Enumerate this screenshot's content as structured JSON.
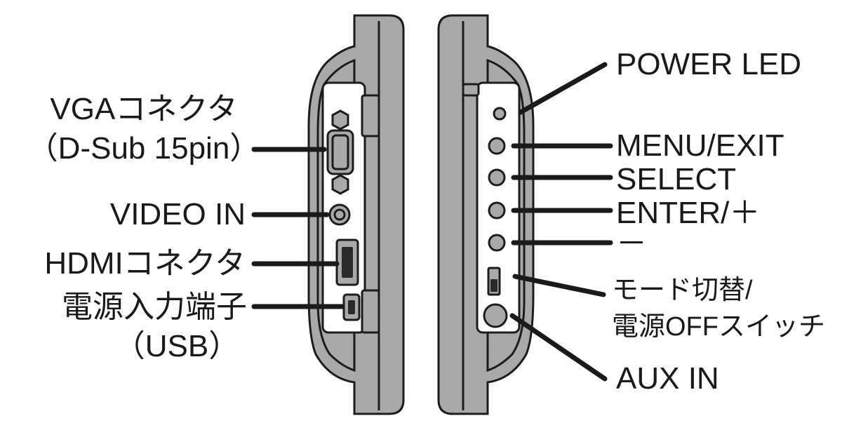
{
  "labels": {
    "vga_line1": "VGAコネクタ",
    "vga_line2": "（D-Sub 15pin）",
    "video_in": "VIDEO IN",
    "hdmi": "HDMIコネクタ",
    "power_in_line1": "電源入力端子",
    "power_in_line2": "（USB）",
    "power_led": "POWER LED",
    "menu_exit": "MENU/EXIT",
    "select": "SELECT",
    "enter_plus": "ENTER/＋",
    "minus": "－",
    "mode_switch_line1": "モード切替/",
    "mode_switch_line2": "電源OFFスイッチ",
    "aux_in": "AUX IN"
  },
  "icons": {
    "left_device": "monitor-left-side-view",
    "right_device": "monitor-right-side-view"
  },
  "colors": {
    "body": "#a9a9a9",
    "outline": "#1c1c1c",
    "leader": "#1a1a1a",
    "background": "#ffffff"
  }
}
